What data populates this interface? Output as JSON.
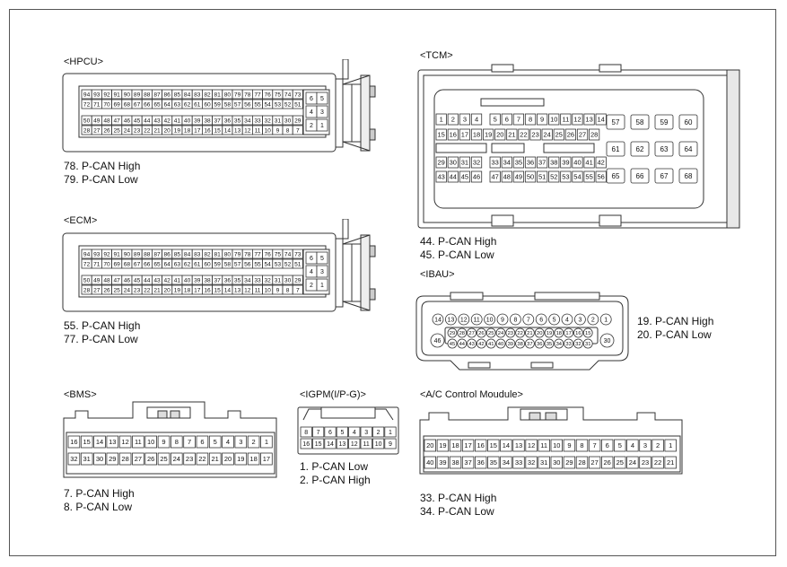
{
  "connectors": {
    "hpcu": {
      "title": "<HPCU>",
      "notes": [
        "78. P-CAN High",
        "79. P-CAN Low"
      ],
      "rows": [
        [
          "94",
          "93",
          "92",
          "91",
          "90",
          "89",
          "88",
          "87",
          "86",
          "85",
          "84",
          "83",
          "82",
          "81",
          "80",
          "79",
          "78",
          "77",
          "76",
          "75",
          "74",
          "73"
        ],
        [
          "72",
          "71",
          "70",
          "69",
          "68",
          "67",
          "66",
          "65",
          "64",
          "63",
          "62",
          "61",
          "60",
          "59",
          "58",
          "57",
          "56",
          "55",
          "54",
          "53",
          "52",
          "51"
        ],
        [
          "50",
          "49",
          "48",
          "47",
          "46",
          "45",
          "44",
          "43",
          "42",
          "41",
          "40",
          "39",
          "38",
          "37",
          "36",
          "35",
          "34",
          "33",
          "32",
          "31",
          "30",
          "29"
        ],
        [
          "28",
          "27",
          "26",
          "25",
          "24",
          "23",
          "22",
          "21",
          "20",
          "19",
          "18",
          "17",
          "16",
          "15",
          "14",
          "13",
          "12",
          "11",
          "10",
          "9",
          "8",
          "7"
        ]
      ],
      "side": [
        "6",
        "5",
        "4",
        "3",
        "2",
        "1"
      ]
    },
    "ecm": {
      "title": "<ECM>",
      "notes": [
        "55. P-CAN High",
        "77. P-CAN Low"
      ],
      "rows": [
        [
          "94",
          "93",
          "92",
          "91",
          "90",
          "89",
          "88",
          "87",
          "86",
          "85",
          "84",
          "83",
          "82",
          "81",
          "80",
          "79",
          "78",
          "77",
          "76",
          "75",
          "74",
          "73"
        ],
        [
          "72",
          "71",
          "70",
          "69",
          "68",
          "67",
          "66",
          "65",
          "64",
          "63",
          "62",
          "61",
          "60",
          "59",
          "58",
          "57",
          "56",
          "55",
          "54",
          "53",
          "52",
          "51"
        ],
        [
          "50",
          "49",
          "48",
          "47",
          "46",
          "45",
          "44",
          "43",
          "42",
          "41",
          "40",
          "39",
          "38",
          "37",
          "36",
          "35",
          "34",
          "33",
          "32",
          "31",
          "30",
          "29"
        ],
        [
          "28",
          "27",
          "26",
          "25",
          "24",
          "23",
          "22",
          "21",
          "20",
          "19",
          "18",
          "17",
          "16",
          "15",
          "14",
          "13",
          "12",
          "11",
          "10",
          "9",
          "8",
          "7"
        ]
      ],
      "side": [
        "6",
        "5",
        "4",
        "3",
        "2",
        "1"
      ]
    },
    "tcm": {
      "title": "<TCM>",
      "notes": [
        "44. P-CAN High",
        "45. P-CAN Low"
      ],
      "row1a": [
        "1",
        "2",
        "3",
        "4"
      ],
      "row1b": [
        "5",
        "6",
        "7",
        "8",
        "9",
        "10",
        "11",
        "12",
        "13",
        "14"
      ],
      "row2": [
        "15",
        "16",
        "17",
        "18",
        "19",
        "20",
        "21",
        "22",
        "23",
        "24",
        "25",
        "26",
        "27",
        "28"
      ],
      "row3a": [
        "29",
        "30",
        "31",
        "32"
      ],
      "row3b": [
        "33",
        "34",
        "35",
        "36",
        "37",
        "38",
        "39",
        "40",
        "41",
        "42"
      ],
      "row4a": [
        "43",
        "44",
        "45",
        "46"
      ],
      "row4b": [
        "47",
        "48",
        "49",
        "50",
        "51",
        "52",
        "53",
        "54",
        "55",
        "56"
      ],
      "big": [
        "57",
        "58",
        "59",
        "60",
        "61",
        "62",
        "63",
        "64",
        "65",
        "66",
        "67",
        "68"
      ]
    },
    "ibau": {
      "title": "<IBAU>",
      "notes": [
        "19. P-CAN High",
        "20. P-CAN Low"
      ],
      "row1": [
        "14",
        "13",
        "12",
        "11",
        "10",
        "9",
        "8",
        "7",
        "6",
        "5",
        "4",
        "3",
        "2",
        "1"
      ],
      "row2": [
        "29",
        "28",
        "27",
        "26",
        "25",
        "24",
        "23",
        "22",
        "21",
        "20",
        "19",
        "18",
        "17",
        "16",
        "15"
      ],
      "row3": [
        "45",
        "44",
        "43",
        "42",
        "41",
        "40",
        "39",
        "38",
        "37",
        "36",
        "35",
        "34",
        "33",
        "32",
        "31"
      ],
      "pin46": "46",
      "pin30": "30"
    },
    "bms": {
      "title": "<BMS>",
      "notes": [
        "7. P-CAN High",
        "8. P-CAN Low"
      ],
      "row1": [
        "16",
        "15",
        "14",
        "13",
        "12",
        "11",
        "10",
        "9",
        "8",
        "7",
        "6",
        "5",
        "4",
        "3",
        "2",
        "1"
      ],
      "row2": [
        "32",
        "31",
        "30",
        "29",
        "28",
        "27",
        "26",
        "25",
        "24",
        "23",
        "22",
        "21",
        "20",
        "19",
        "18",
        "17"
      ]
    },
    "igpm": {
      "title": "<IGPM(I/P-G)>",
      "notes": [
        "1. P-CAN Low",
        "2. P-CAN High"
      ],
      "row1": [
        "8",
        "7",
        "6",
        "5",
        "4",
        "3",
        "2",
        "1"
      ],
      "row2": [
        "16",
        "15",
        "14",
        "13",
        "12",
        "11",
        "10",
        "9"
      ]
    },
    "ac": {
      "title": "<A/C Control Moudule>",
      "notes": [
        "33. P-CAN High",
        "34. P-CAN Low"
      ],
      "row1": [
        "20",
        "19",
        "18",
        "17",
        "16",
        "15",
        "14",
        "13",
        "12",
        "11",
        "10",
        "9",
        "8",
        "7",
        "6",
        "5",
        "4",
        "3",
        "2",
        "1"
      ],
      "row2": [
        "40",
        "39",
        "38",
        "37",
        "36",
        "35",
        "34",
        "33",
        "32",
        "31",
        "30",
        "29",
        "28",
        "27",
        "26",
        "25",
        "24",
        "23",
        "22",
        "21"
      ]
    }
  }
}
